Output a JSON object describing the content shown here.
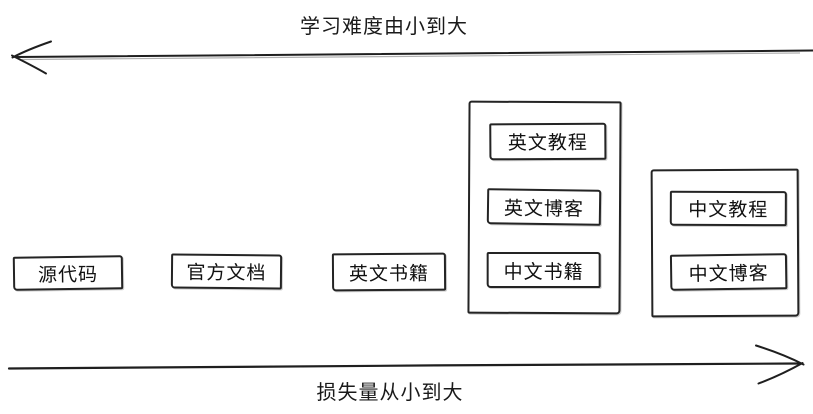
{
  "colors": {
    "stroke": "#1f1f1f",
    "stroke_echo": "#b0b0b0",
    "text": "#111111",
    "background": "#ffffff"
  },
  "diagram": {
    "top_axis": {
      "label": "学习难度由小到大",
      "arrow_direction": "left"
    },
    "bottom_axis": {
      "label": "损失量从小到大",
      "arrow_direction": "right"
    },
    "standalone_boxes": [
      {
        "label": "源代码"
      },
      {
        "label": "官方文档"
      },
      {
        "label": "英文书籍"
      }
    ],
    "groups": [
      {
        "items": [
          {
            "label": "英文教程"
          },
          {
            "label": "英文博客"
          },
          {
            "label": "中文书籍"
          }
        ]
      },
      {
        "items": [
          {
            "label": "中文教程"
          },
          {
            "label": "中文博客"
          }
        ]
      }
    ]
  }
}
